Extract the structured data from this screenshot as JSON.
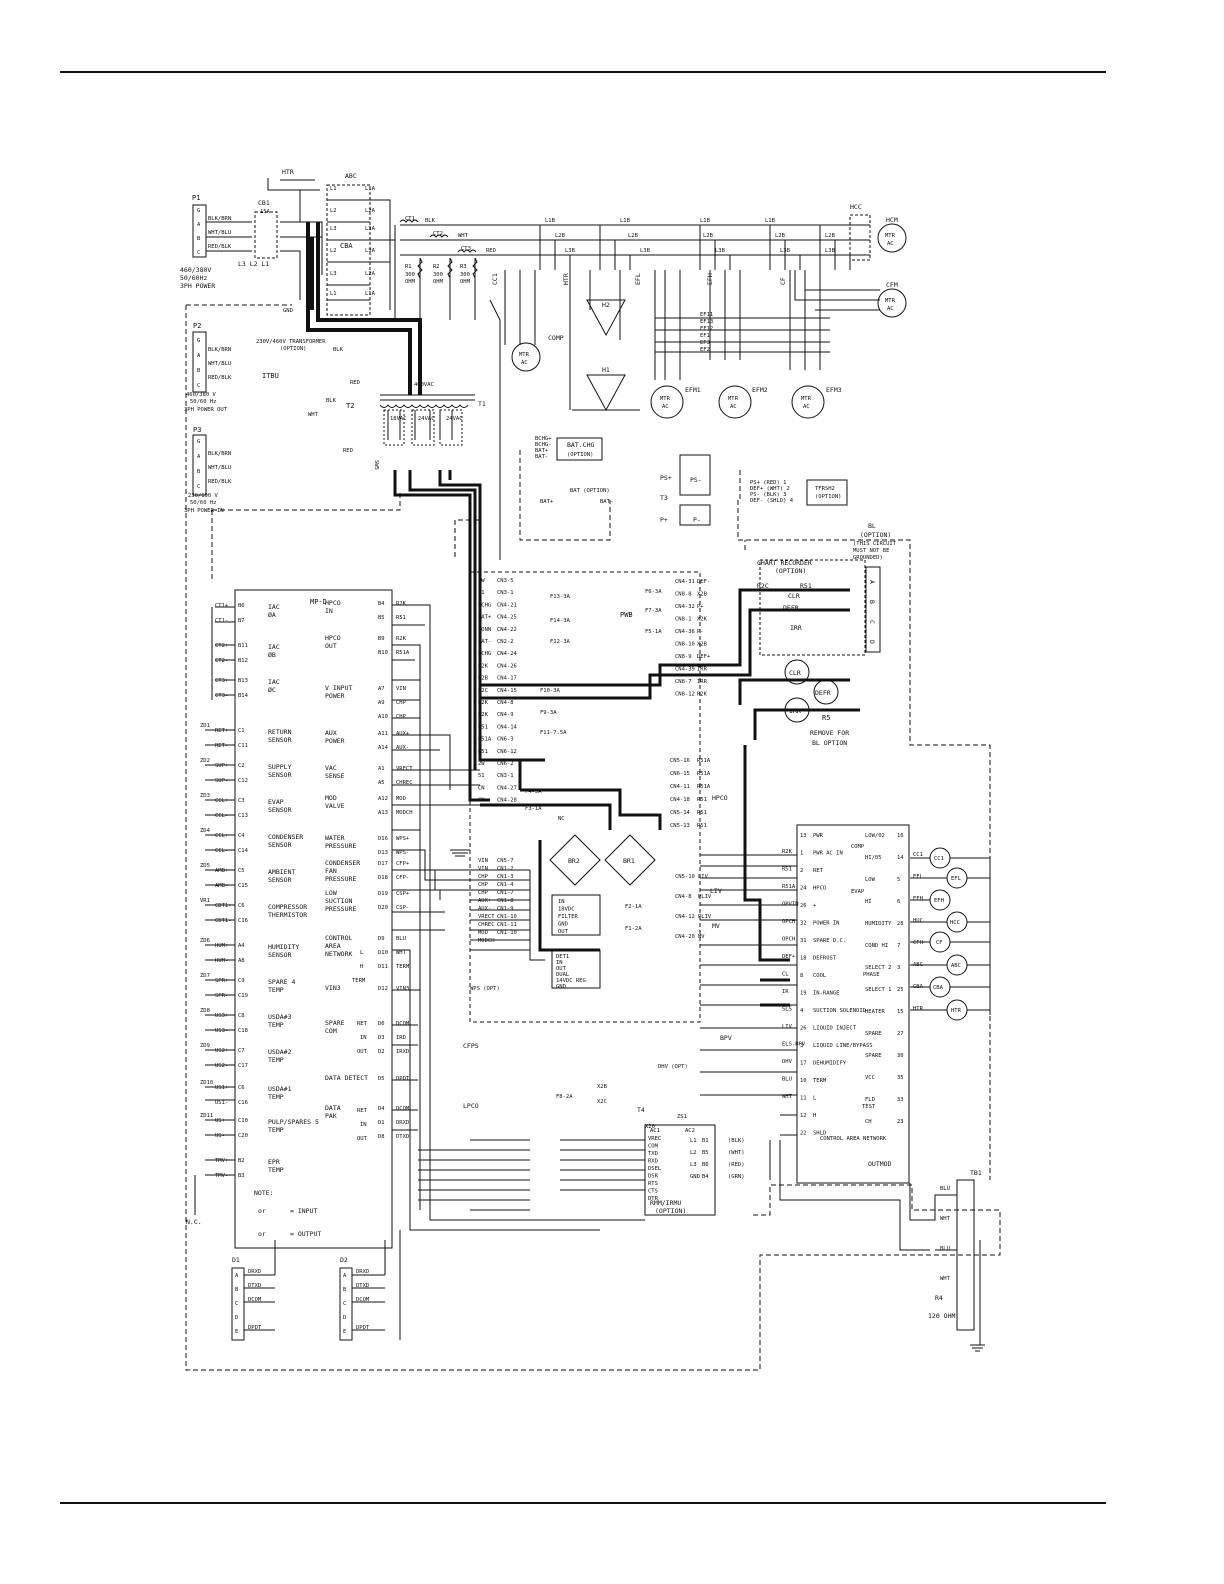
{
  "top_rule": "",
  "power_in": {
    "p1": "P1",
    "p1_wires": [
      "BLK/BRN",
      "WHT/BLU",
      "RED/BLK"
    ],
    "p1_pins": [
      "G",
      "A",
      "B",
      "C"
    ],
    "cb1": "CB1",
    "cb1_rating": "15A",
    "p1_label_1": "460/380V",
    "p1_label_2": "50/60Hz",
    "p1_label_3": "3PH POWER",
    "lines": "L3  L2  L1",
    "gnd": "GND"
  },
  "contactors": {
    "htr": "HTR",
    "abc": "ABC",
    "cba": "CBA",
    "l1": "L1",
    "l2": "L2",
    "l3": "L3",
    "l1a": "L1A",
    "l2a": "L2A",
    "l3a": "L3A",
    "hcc": "HCC",
    "hcm": "HCM",
    "cfm": "CFM"
  },
  "ct": {
    "ct1": "CT1",
    "ct2": "CT2",
    "ct3": "CT3",
    "blk": "BLK",
    "wht": "WHT",
    "red": "RED",
    "r1": "R1",
    "r2": "R2",
    "r3": "R3",
    "ohm": "300",
    "ohm_unit": "OHM"
  },
  "bus": {
    "l1b": "L1B",
    "l2b": "L2B",
    "l3b": "L3B",
    "cc1": "CC1",
    "htr": "HTR",
    "efl": "EFL",
    "efh": "EFH",
    "cf": "CF"
  },
  "motors": {
    "mtr": "MTR",
    "ac": "AC",
    "comp": "COMP",
    "h1": "H1",
    "h2": "H2",
    "efm1": "EFM1",
    "efm2": "EFM2",
    "efm3": "EFM3",
    "ef_labels": [
      "EF11",
      "EF13",
      "EF12",
      "EF1",
      "EF3",
      "EF2"
    ]
  },
  "p2": {
    "label": "P2",
    "pins": [
      "G",
      "A",
      "B",
      "C"
    ],
    "wires": [
      "BLK/BRN",
      "WHT/BLU",
      "RED/BLK"
    ],
    "transformer": "230V/460V TRANSFORMER",
    "option": "(OPTION)",
    "itbu": "ITBU",
    "t2": "T2",
    "out_1": "460/380 V",
    "out_2": "50/60 Hz",
    "out_3": "3PH POWER OUT",
    "blk": "BLK",
    "wht": "WHT",
    "red": "RED"
  },
  "p3": {
    "label": "P3",
    "pins": [
      "G",
      "A",
      "B",
      "C"
    ],
    "wires": [
      "BLK/BRN",
      "WHT/BLU",
      "RED/BLK"
    ],
    "in_1": "230/190 V",
    "in_2": "50/60 Hz",
    "in_3": "3PH POWER IN"
  },
  "t1": {
    "label": "T1",
    "primary": "460VAC",
    "taps": [
      "18VAC",
      "24VAC",
      "24VAC"
    ],
    "sw": "SW5"
  },
  "battery": {
    "bat_chg": "BAT.CHG",
    "option": "(OPTION)",
    "bat": "BAT (OPTION)",
    "bat_plus": "BAT+",
    "bat_minus": "BAT-",
    "chg": [
      "BCHG+",
      "BCHG-",
      "BAT+",
      "BAT-"
    ]
  },
  "ps": {
    "ps_plus": "PS+",
    "ps_minus": "PS-",
    "t3": "T3",
    "p_plus": "P+",
    "p_minus": "P-",
    "tfrsh2": "TFRSH2",
    "option": "(OPTION)",
    "pins": [
      "PS+ (RED) 1",
      "DEF+ (WHT) 2",
      "PS- (BLK) 3",
      "DEF- (SHLD) 4"
    ]
  },
  "chart": {
    "title": "CHART RECORDER",
    "option": "(OPTION)",
    "r2c": "R2C",
    "r51": "R51",
    "bl": "BL",
    "bl_opt": "(OPTION)",
    "bl_note": [
      "(THIS CIRCUIT",
      "MUST NOT BE",
      "GROUNDED)"
    ],
    "abcd": [
      "A",
      "B",
      "C",
      "D"
    ],
    "clr": "CLR",
    "defr": "DEFR",
    "irr": "IRR",
    "r5": "R5",
    "remove_1": "REMOVE FOR",
    "remove_2": "BL OPTION"
  },
  "mpd": {
    "title": "MP-D",
    "left_groups": [
      {
        "pins": [
          "CT1+",
          "CT1-"
        ],
        "ports": [
          "B6",
          "B7"
        ],
        "label": [
          "IAC",
          "ØA"
        ]
      },
      {
        "pins": [
          "CT2+",
          "CT2-"
        ],
        "ports": [
          "B11",
          "B12"
        ],
        "label": [
          "IAC",
          "ØB"
        ]
      },
      {
        "pins": [
          "CT3+",
          "CT3-"
        ],
        "ports": [
          "B13",
          "B14"
        ],
        "label": [
          "IAC",
          "ØC"
        ]
      },
      {
        "pins": [
          "RET+",
          "RET-"
        ],
        "ports": [
          "C1",
          "C11"
        ],
        "label": [
          "RETURN",
          "SENSOR"
        ],
        "zd": "ZD1"
      },
      {
        "pins": [
          "SUP+",
          "SUP-"
        ],
        "ports": [
          "C2",
          "C12"
        ],
        "label": [
          "SUPPLY",
          "SENSOR"
        ],
        "zd": "ZD2"
      },
      {
        "pins": [
          "CCL+",
          "CCL-"
        ],
        "ports": [
          "C3",
          "C13"
        ],
        "label": [
          "EVAP",
          "SENSOR"
        ],
        "zd": "ZD3"
      },
      {
        "pins": [
          "CCL+",
          "CCL-"
        ],
        "ports": [
          "C4",
          "C14"
        ],
        "label": [
          "CONDENSER",
          "SENSOR"
        ],
        "zd": "ZD4"
      },
      {
        "pins": [
          "AMB+",
          "AMB-"
        ],
        "ports": [
          "C5",
          "C15"
        ],
        "label": [
          "AMBIENT",
          "SENSOR"
        ],
        "zd": "ZD5"
      },
      {
        "pins": [
          "CDT1+",
          "CDT1-"
        ],
        "ports": [
          "C6",
          "C16"
        ],
        "label": [
          "COMPRESSOR",
          "THERMISTOR"
        ],
        "zd": "VR1"
      },
      {
        "pins": [
          "HUM+",
          "HUM-"
        ],
        "ports": [
          "A4",
          "A8"
        ],
        "label": [
          "HUMIDITY",
          "SENSOR"
        ],
        "zd": "ZD6"
      },
      {
        "pins": [
          "SPR+",
          "SPR-"
        ],
        "ports": [
          "C9",
          "C19"
        ],
        "label": [
          "SPARE 4",
          "TEMP"
        ],
        "zd": "ZD7"
      },
      {
        "pins": [
          "US3+",
          "US3-"
        ],
        "ports": [
          "C8",
          "C18"
        ],
        "label": [
          "USDA#3",
          "TEMP"
        ],
        "zd": "ZD8"
      },
      {
        "pins": [
          "US2+",
          "US2-"
        ],
        "ports": [
          "C7",
          "C17"
        ],
        "label": [
          "USDA#2",
          "TEMP"
        ],
        "zd": "ZD9"
      },
      {
        "pins": [
          "US1+",
          "US1-"
        ],
        "ports": [
          "C6",
          "C16"
        ],
        "label": [
          "USDA#1",
          "TEMP"
        ],
        "zd": "ZD10"
      },
      {
        "pins": [
          "US+",
          "US-"
        ],
        "ports": [
          "C10",
          "C20"
        ],
        "label": [
          "PULP/SPARES 5",
          "TEMP"
        ],
        "zd": "ZD11"
      },
      {
        "pins": [
          "TMV+",
          "TMV-"
        ],
        "ports": [
          "B2",
          "B3"
        ],
        "label": [
          "EPR",
          "TEMP"
        ],
        "zd": ""
      }
    ],
    "right_groups": [
      {
        "label": [
          "HPCO",
          "IN"
        ],
        "ports": [
          "B4",
          "B5"
        ],
        "nets": [
          "R2K",
          "R51"
        ]
      },
      {
        "label": [
          "HPCO",
          "OUT"
        ],
        "ports": [
          "B9",
          "B10"
        ],
        "nets": [
          "R2K",
          "R51A"
        ]
      },
      {
        "label": [
          "V INPUT",
          "POWER"
        ],
        "ports": [
          "A7",
          "A9",
          "A10"
        ],
        "nets": [
          "VIN",
          "CHP",
          "CHP"
        ]
      },
      {
        "label": [
          "AUX",
          "POWER"
        ],
        "ports": [
          "A11",
          "A14"
        ],
        "nets": [
          "AUX+",
          "AUX-"
        ]
      },
      {
        "label": [
          "VAC",
          "SENSE"
        ],
        "ports": [
          "A1",
          "A5"
        ],
        "nets": [
          "VRECT",
          "CHREC"
        ]
      },
      {
        "label": [
          "MOD",
          "VALVE"
        ],
        "ports": [
          "A12",
          "A13"
        ],
        "nets": [
          "MOD",
          "MODCH"
        ]
      },
      {
        "label": [
          "WATER",
          "PRESSURE"
        ],
        "ports": [
          "D16",
          "D13"
        ],
        "nets": [
          "WPS+",
          "WPS-"
        ]
      },
      {
        "label": [
          "CONDENSER",
          "FAN",
          "PRESSURE"
        ],
        "ports": [
          "D17",
          "D18"
        ],
        "nets": [
          "CFP+",
          "CFP-"
        ]
      },
      {
        "label": [
          "LOW",
          "SUCTION",
          "PRESSURE"
        ],
        "ports": [
          "D19",
          "D20"
        ],
        "nets": [
          "CSP+",
          "CSP-"
        ]
      },
      {
        "label": [
          "CONTROL",
          "AREA",
          "NETWORK"
        ],
        "ports": [
          "D9",
          "D10",
          "D11"
        ],
        "nets": [
          "BLU",
          "WHT",
          "TERM"
        ]
      },
      {
        "label": [
          "VIN3"
        ],
        "ports": [
          "D12"
        ],
        "nets": [
          "VIN3"
        ]
      },
      {
        "label": [
          "SPARE",
          "COM"
        ],
        "ports": [
          "D6",
          "D3",
          "D2"
        ],
        "nets": [
          "DCOM",
          "IRD",
          "IRXD"
        ]
      },
      {
        "label": [
          "DATA DETECT"
        ],
        "ports": [
          "D5"
        ],
        "nets": [
          "DPDT"
        ]
      },
      {
        "label": [
          "DATA",
          "PAK"
        ],
        "ports": [
          "D4",
          "D1",
          "D8"
        ],
        "nets": [
          "DCOM",
          "DRXD",
          "DTXD"
        ]
      }
    ],
    "right_group_labels_extra": {
      "l": "L",
      "h": "H",
      "term": "TERM",
      "ret": "RET",
      "in": "IN",
      "out": "OUT"
    },
    "note_title": "NOTE:",
    "note_input": "= INPUT",
    "note_output": "= OUTPUT",
    "or": "or",
    "nc": "N.C."
  },
  "pwb": {
    "label": "PWB",
    "cn_left": [
      "CN3-5",
      "CN3-1",
      "CN4-21",
      "CN4-25",
      "CN4-22",
      "CN2-2",
      "CN4-24",
      "CN4-26",
      "CN4-17",
      "CN4-15",
      "CN4-8",
      "CN4-9",
      "CN4-14",
      "CN6-3",
      "CN6-12",
      "CN6-2",
      "CN3-1",
      "CN4-27",
      "CN4-28"
    ],
    "nets_left": [
      "2W",
      "51",
      "BCHG",
      "BAT+",
      "CONN",
      "BAT-",
      "BCHG",
      "R2K",
      "R2B",
      "R2C",
      "R2K",
      "R2K",
      "R51",
      "R51A",
      "R51",
      "2W",
      "51",
      "CN",
      "CN"
    ],
    "fuses": [
      "F13-3A",
      "F14-3A",
      "F12-3A",
      "F10-3A",
      "F9-3A",
      "F11-7.5A",
      "F4-5A",
      "F3-1A",
      "F6-3A",
      "F7-3A",
      "F5-1A",
      "F8-2A",
      "F2-1A",
      "F1-2A"
    ],
    "cn_right": [
      "CN4-31",
      "CN8-8",
      "CN4-32",
      "CN8-1",
      "CN4-36",
      "CN8-10",
      "CN8-9",
      "CN4-39",
      "CN8-7",
      "CN8-12"
    ],
    "nets_right": [
      "DEF-",
      "X2B",
      "P+",
      "X2K",
      "P-",
      "X2B",
      "DEF+",
      "IRR",
      "IRR",
      "R2K"
    ],
    "nc": "NC",
    "br1": "BR1",
    "br2": "BR2",
    "filter": [
      "IN",
      "18VDC",
      "FILTER",
      "GND",
      "OUT"
    ],
    "reg": [
      "DET1",
      "IN",
      "OUT",
      "DUAL",
      "14VDC REG",
      "GND"
    ]
  },
  "cn_mid": {
    "rows": [
      "CN5-16",
      "CN6-15",
      "CN4-11",
      "CN4-18",
      "CN5-14",
      "CN5-13"
    ],
    "nets": [
      "R51A",
      "R51A",
      "R51A",
      "R51",
      "R51",
      "R51"
    ],
    "hpco": "HPCO",
    "liv": "LIV",
    "mv": "MV",
    "cn5": [
      "CN5-10",
      "CN4-8",
      "CN4-12",
      "CN4-20"
    ],
    "cn5_nets": [
      "LIV",
      "PLIV",
      "PLIV",
      "MV"
    ]
  },
  "cn_lower": {
    "rows": [
      "CN5-7",
      "CN1-2",
      "CN1-3",
      "CN1-4",
      "CN1-7",
      "CN1-8",
      "CN1-9",
      "CN1-10",
      "CN1-11",
      "CN1-10"
    ],
    "nets": [
      "VIN",
      "VIN",
      "CHP",
      "CHP",
      "CHP",
      "AUX+",
      "AUX-",
      "VRECT",
      "CHREC",
      "MOD",
      "MODCH"
    ],
    "wps": "WPS (OPT)",
    "cfps": "CFPS",
    "lpco": "LPCO",
    "bpv": "BPV",
    "dhv": "DHV (OPT)",
    "t4": "T4",
    "x2b": "X2B",
    "x2c": "X2C",
    "zs1": "ZS1",
    "x20": "X20"
  },
  "outmod": {
    "label": "OUTMOD",
    "left": [
      {
        "p": "13",
        "n": "PWR"
      },
      {
        "p": "1",
        "n": "PWR AC IN"
      },
      {
        "p": "2",
        "n": "RET"
      },
      {
        "p": "24",
        "n": "HPCO"
      },
      {
        "p": "26",
        "n": "+"
      },
      {
        "p": "32",
        "n": "POWER IN"
      },
      {
        "p": "31",
        "n": "SPARE D.C."
      },
      {
        "p": "18",
        "n": "DEFROST"
      },
      {
        "p": "8",
        "n": "COOL"
      },
      {
        "p": "19",
        "n": "IN-RANGE"
      },
      {
        "p": "4",
        "n": "SUCTION SOLENOID"
      },
      {
        "p": "26",
        "n": "LIQUID INJECT"
      },
      {
        "p": "3",
        "n": "LIQUID LINE/BYPASS"
      },
      {
        "p": "17",
        "n": "DEHUMIDIFY"
      },
      {
        "p": "10",
        "n": "TERM"
      },
      {
        "p": "11",
        "n": "L"
      },
      {
        "p": "12",
        "n": "H"
      },
      {
        "p": "22",
        "n": "SHLD"
      }
    ],
    "right": [
      {
        "p": "16",
        "n": "LOW/02"
      },
      {
        "p": "14",
        "n": "HI/05"
      },
      {
        "p": "5",
        "n": "LOW"
      },
      {
        "p": "6",
        "n": "HI"
      },
      {
        "p": "28",
        "n": "HUMIDITY"
      },
      {
        "p": "7",
        "n": "COND HI"
      },
      {
        "p": "3",
        "n": "SELECT 2"
      },
      {
        "p": "25",
        "n": "SELECT 1"
      },
      {
        "p": "15",
        "n": "HEATER"
      },
      {
        "p": "27",
        "n": "SPARE"
      },
      {
        "p": "30",
        "n": "SPARE"
      },
      {
        "p": "35",
        "n": "VCC"
      },
      {
        "p": "33",
        "n": "FLD"
      },
      {
        "p": "23",
        "n": "CH"
      }
    ],
    "comp": "COMP",
    "evap": "EVAP",
    "phase": "PHASE",
    "test": "TEST",
    "can": "CONTROL AREA NETWORK",
    "nets_left": [
      "R2K",
      "R51",
      "R51A",
      "OPVIN",
      "OPCH",
      "OPCH",
      "DEF+",
      "CL",
      "IR",
      "SLS",
      "LIV",
      "ELS-BPV",
      "DHV",
      "BLU",
      "WHT"
    ],
    "nets_right": [
      "CC1",
      "EFL",
      "EFH",
      "HUC",
      "CFH",
      "ABC",
      "CBA",
      "HTR"
    ],
    "coils": [
      "CC1",
      "EFL",
      "EFH",
      "HCC",
      "CF",
      "ABC",
      "CBA",
      "HTR"
    ]
  },
  "rmm": {
    "title": "RMM/IRMU",
    "option": "(OPTION)",
    "left": [
      "VREC",
      "COM",
      "TXD",
      "RXD",
      "DSEL",
      "DSR",
      "RTS",
      "CTS",
      "DTR"
    ],
    "right": [
      "L1",
      "L2",
      "L3",
      "GND"
    ],
    "ports": [
      "B1",
      "B5",
      "B6",
      "B4"
    ],
    "colors": [
      "(BLK)",
      "(WHT)",
      "(RED)",
      "(GRN)"
    ],
    "ac": [
      "AC1",
      "AC2"
    ]
  },
  "tb1": {
    "label": "TB1",
    "r4": "R4",
    "ohm": "120 OHM",
    "wires": [
      "BLU",
      "WHT",
      "BLU",
      "WHT"
    ]
  },
  "d1": {
    "label": "D1",
    "pins": [
      "A",
      "B",
      "C",
      "D",
      "E"
    ],
    "nets": [
      "DRXD",
      "DTXD",
      "DCOM",
      "",
      "DPDT"
    ]
  },
  "d2": {
    "label": "D2",
    "pins": [
      "A",
      "B",
      "C",
      "D",
      "E"
    ],
    "nets": [
      "DRXD",
      "DTXD",
      "DCOM",
      "",
      "DPDT"
    ]
  }
}
